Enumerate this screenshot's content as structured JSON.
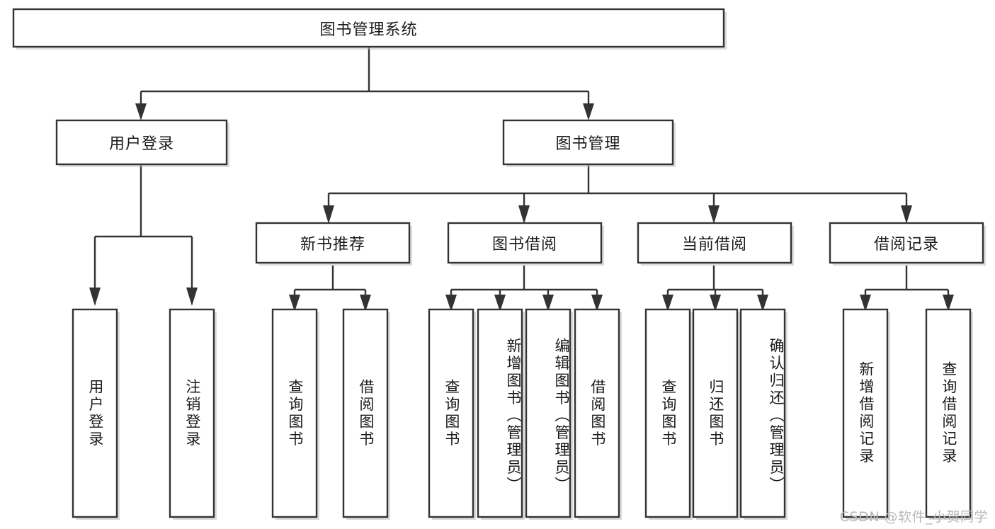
{
  "diagram": {
    "type": "tree-hierarchy-chart",
    "title": "图书管理系统",
    "orientation": "top-down",
    "colors": {
      "box_fill": "#ffffff",
      "box_stroke": "#333333",
      "text": "#1a1a1a",
      "shadow": "#bdbdbd",
      "watermark": "#b8b8b8",
      "background": "#ffffff"
    },
    "root": {
      "label": "图书管理系统",
      "level": 0
    },
    "level1": [
      {
        "label": "用户登录",
        "level": 1
      },
      {
        "label": "图书管理",
        "level": 1
      }
    ],
    "level2": [
      {
        "label": "新书推荐",
        "parent": "图书管理",
        "level": 2
      },
      {
        "label": "图书借阅",
        "parent": "图书管理",
        "level": 2
      },
      {
        "label": "当前借阅",
        "parent": "图书管理",
        "level": 2
      },
      {
        "label": "借阅记录",
        "parent": "图书管理",
        "level": 2
      }
    ],
    "leaves": {
      "用户登录": [
        "用户登录",
        "注销登录"
      ],
      "新书推荐": [
        "查询图书",
        "借阅图书"
      ],
      "图书借阅": [
        "查询图书",
        "新增图书（管理员）",
        "编辑图书（管理员）",
        "借阅图书"
      ],
      "当前借阅": [
        "查询图书",
        "归还图书",
        "确认归还（管理员）"
      ],
      "借阅记录": [
        "新增借阅记录",
        "查询借阅记录"
      ]
    },
    "leaf_nodes": [
      {
        "id": "leaf-user-login",
        "label": "用户登录",
        "group": "用户登录"
      },
      {
        "id": "leaf-user-logout",
        "label": "注销登录",
        "group": "用户登录"
      },
      {
        "id": "leaf-new-query-book",
        "label": "查询图书",
        "group": "新书推荐"
      },
      {
        "id": "leaf-new-borrow-book",
        "label": "借阅图书",
        "group": "新书推荐"
      },
      {
        "id": "leaf-lend-query-book",
        "label": "查询图书",
        "group": "图书借阅"
      },
      {
        "id": "leaf-lend-add-book",
        "label": "新增图书（管理员）",
        "group": "图书借阅"
      },
      {
        "id": "leaf-lend-edit-book",
        "label": "编辑图书（管理员）",
        "group": "图书借阅"
      },
      {
        "id": "leaf-lend-borrow-book",
        "label": "借阅图书",
        "group": "图书借阅"
      },
      {
        "id": "leaf-cur-query-book",
        "label": "查询图书",
        "group": "当前借阅"
      },
      {
        "id": "leaf-cur-return-book",
        "label": "归还图书",
        "group": "当前借阅"
      },
      {
        "id": "leaf-cur-confirm-return",
        "label": "确认归还（管理员）",
        "group": "当前借阅"
      },
      {
        "id": "leaf-rec-add-record",
        "label": "新增借阅记录",
        "group": "借阅记录"
      },
      {
        "id": "leaf-rec-query-record",
        "label": "查询借阅记录",
        "group": "借阅记录"
      }
    ]
  },
  "watermark": {
    "text": "CSDN @软件_小贺同学"
  }
}
